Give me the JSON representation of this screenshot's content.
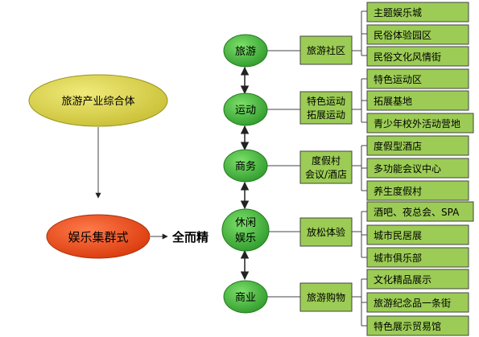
{
  "root": {
    "label": "旅游产业综合体"
  },
  "cluster": {
    "label": "娱乐集群式"
  },
  "strategy": {
    "label": "全而精"
  },
  "branches": [
    {
      "name": "旅游",
      "groups": [
        "旅游社区"
      ],
      "items": [
        "主题娱乐城",
        "民俗体验园区",
        "民俗文化风情街"
      ]
    },
    {
      "name": "运动",
      "groups": [
        "特色运动",
        "拓展运动"
      ],
      "items": [
        "特色运动区",
        "拓展基地",
        "青少年校外活动营地"
      ]
    },
    {
      "name": "商务",
      "groups": [
        "度假村",
        "会议/酒店"
      ],
      "items": [
        "度假型酒店",
        "多功能会议中心",
        "养生度假村"
      ]
    },
    {
      "name_lines": [
        "休闲",
        "娱乐"
      ],
      "groups": [
        "放松体验"
      ],
      "items": [
        "酒吧、夜总会、SPA",
        "城市民居展",
        "城市俱乐部"
      ]
    },
    {
      "name": "商业",
      "groups": [
        "旅游购物"
      ],
      "items": [
        "文化精品展示",
        "旅游纪念品一条街",
        "特色展示贸易馆"
      ]
    }
  ],
  "colors": {
    "root_fill": "#dcd448",
    "cluster_fill": "#ee4a1a",
    "node_fill": "#3db83a",
    "box_fill": "#9ccc55",
    "line": "#444444"
  }
}
